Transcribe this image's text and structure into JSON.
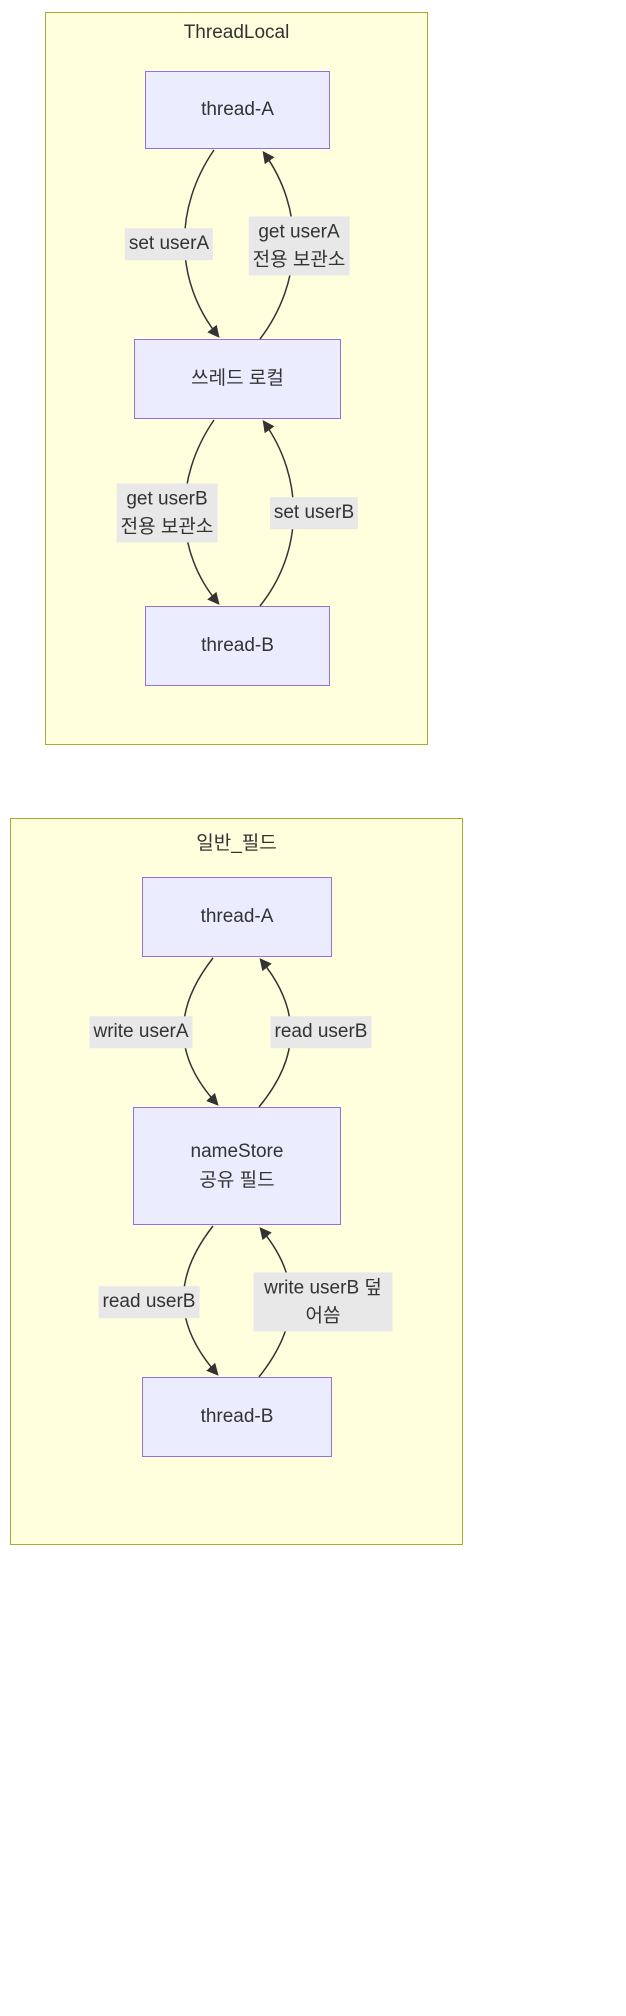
{
  "diagrams": [
    {
      "title": "ThreadLocal",
      "nodes": {
        "top": "thread-A",
        "middle": "쓰레드 로컬",
        "bottom": "thread-B"
      },
      "edges": {
        "top_pair_down": "set userA",
        "top_pair_up": "get userA\n전용 보관소",
        "bottom_pair_down": "get userB\n전용 보관소",
        "bottom_pair_up": "set userB"
      }
    },
    {
      "title": "일반_필드",
      "nodes": {
        "top": "thread-A",
        "middle": "nameStore\n공유 필드",
        "bottom": "thread-B"
      },
      "edges": {
        "top_pair_down": "write userA",
        "top_pair_up": "read userB",
        "bottom_pair_down": "read userB",
        "bottom_pair_up": "write userB 덮어씀"
      }
    }
  ],
  "colors": {
    "panel_bg": "#ffffde",
    "panel_border": "#aaaa33",
    "node_bg": "#ececff",
    "node_border": "#9370db",
    "edge_label_bg": "#e8e8e8",
    "arrow": "#333333"
  }
}
